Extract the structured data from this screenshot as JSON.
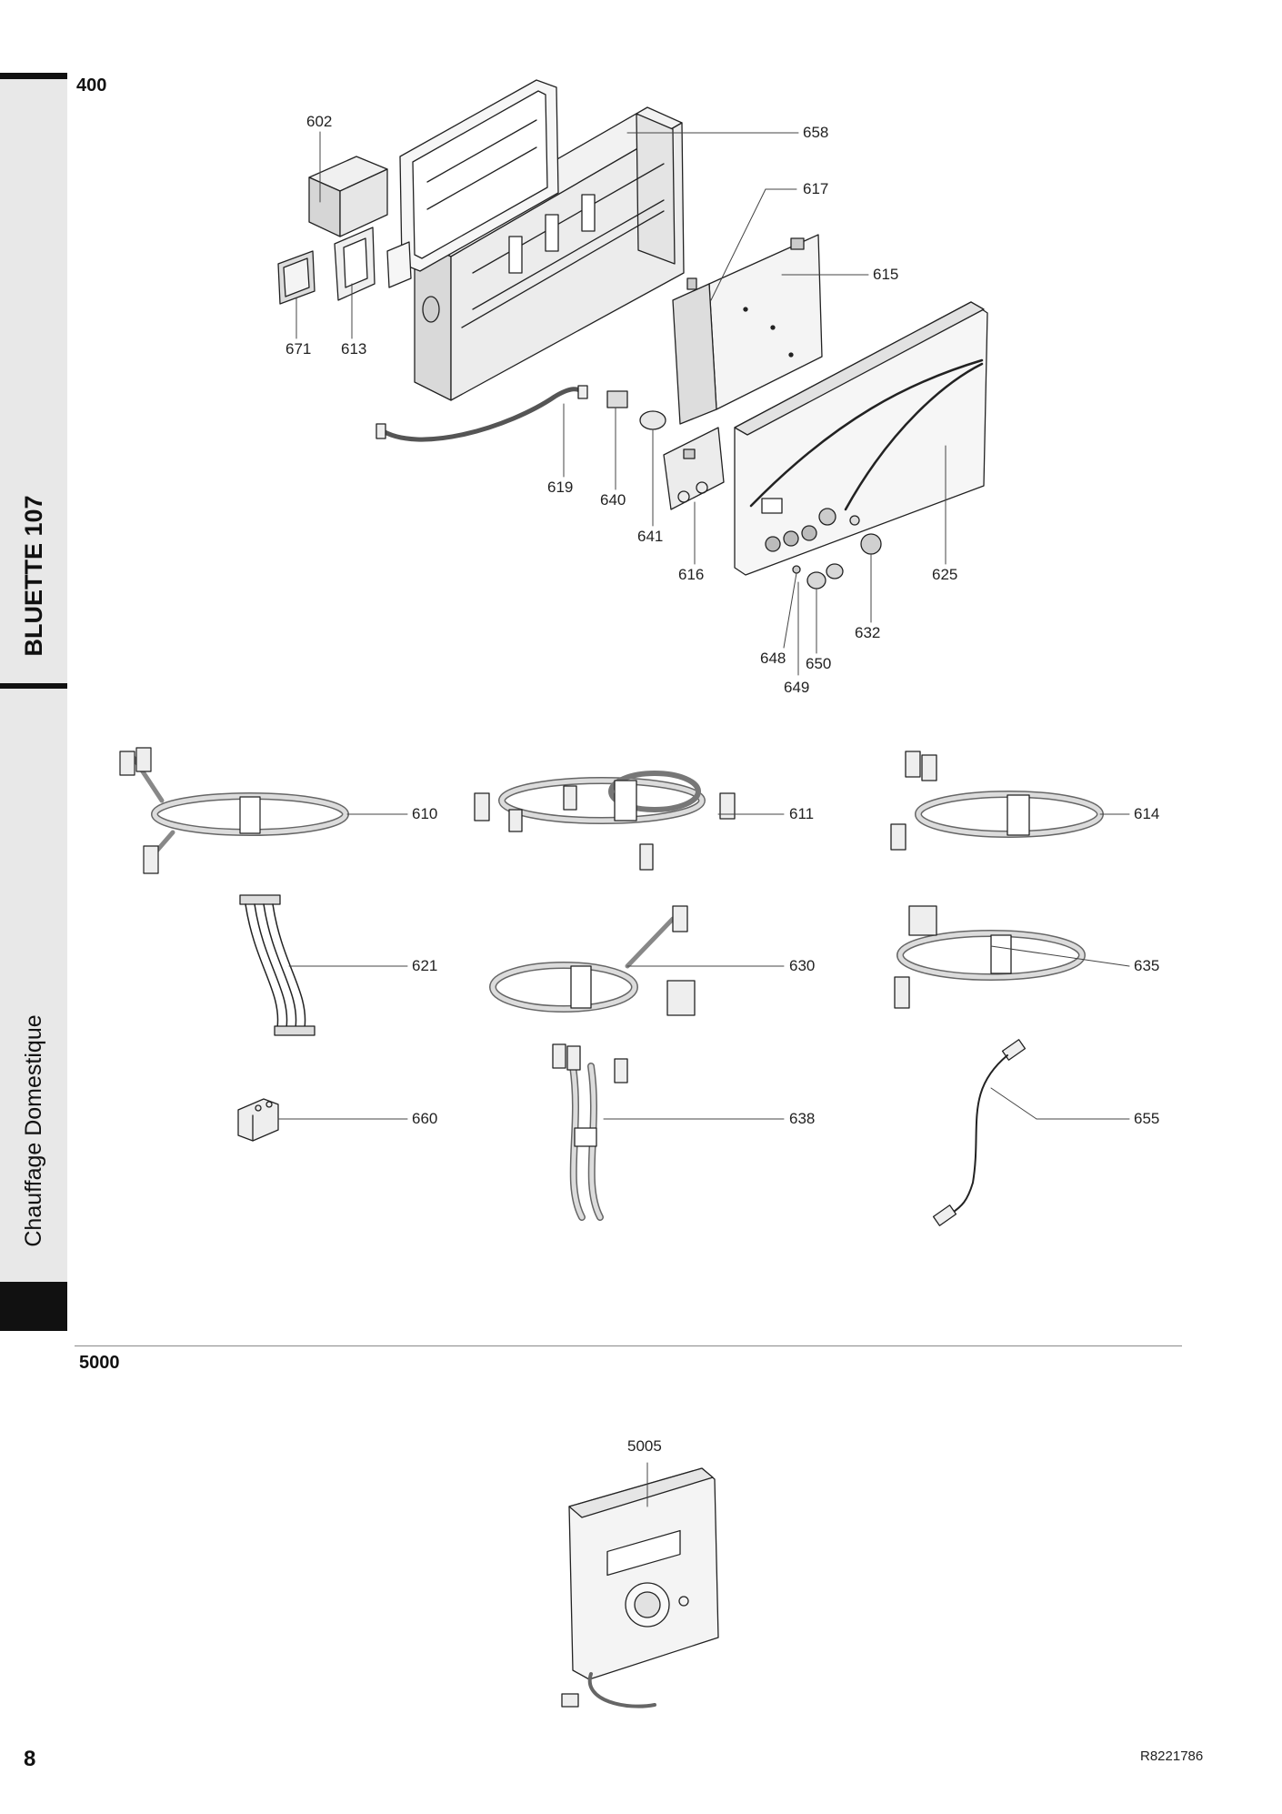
{
  "sidebar": {
    "model": "BLUETTE 107",
    "category": "Chauffage Domestique"
  },
  "sections": {
    "top": "400",
    "bottom": "5000"
  },
  "parts": {
    "p602": "602",
    "p658": "658",
    "p617": "617",
    "p615": "615",
    "p671": "671",
    "p613": "613",
    "p619": "619",
    "p640": "640",
    "p641": "641",
    "p616": "616",
    "p625": "625",
    "p632": "632",
    "p648": "648",
    "p650": "650",
    "p649": "649",
    "p610": "610",
    "p611": "611",
    "p614": "614",
    "p621": "621",
    "p630": "630",
    "p635": "635",
    "p660": "660",
    "p638": "638",
    "p655": "655",
    "p5005": "5005"
  },
  "footer": {
    "page_number": "8",
    "reference": "R8221786"
  }
}
